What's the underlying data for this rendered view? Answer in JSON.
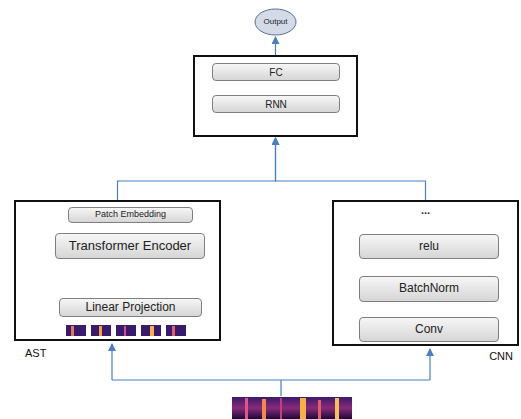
{
  "diagram": {
    "nodes": [
      {
        "text": [
          "Output"
        ]
      },
      {
        "text": []
      },
      {
        "text": [
          "FC"
        ],
        "in": 1
      },
      {
        "text": [
          "RNN"
        ],
        "in": 1
      },
      {
        "text": [
          "AST"
        ]
      },
      {
        "text": [
          "Patch Embedding"
        ],
        "in": 4
      },
      {
        "text": [
          "Transformer Encoder"
        ],
        "in": 4
      },
      {
        "text": [
          "Linear Projection"
        ],
        "in": 4
      },
      {
        "text": [
          "...",
          "CNN"
        ]
      },
      {
        "text": [
          "relu"
        ],
        "in": 8
      },
      {
        "text": [
          "BatchNorm"
        ],
        "in": 8
      },
      {
        "text": [
          "Conv"
        ],
        "in": 8
      }
    ],
    "edges": [
      {
        "from": 4,
        "to": 1,
        "arrow": "to"
      },
      {
        "from": 8,
        "to": 1,
        "arrow": "to"
      },
      {
        "from": 1,
        "to": 0,
        "arrow": "to"
      }
    ]
  }
}
